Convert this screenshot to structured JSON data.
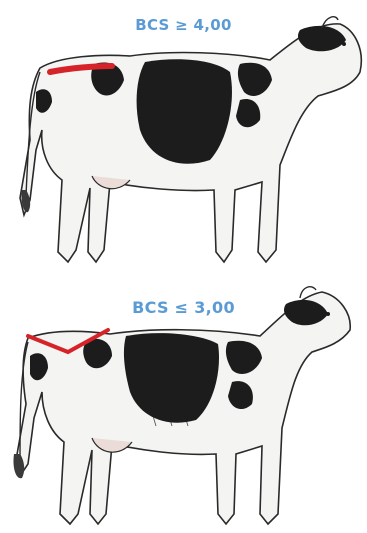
{
  "colors": {
    "label": "#5b9bd5",
    "marker": "#d6232a",
    "ink": "#2a2a2a",
    "patch": "#1c1c1c",
    "hide": "#f4f4f2"
  },
  "panels": [
    {
      "label": "BCS ≥ 4,00",
      "marker_shape": "flat-line"
    },
    {
      "label": "BCS ≤ 3,00",
      "marker_shape": "v-shape"
    }
  ]
}
